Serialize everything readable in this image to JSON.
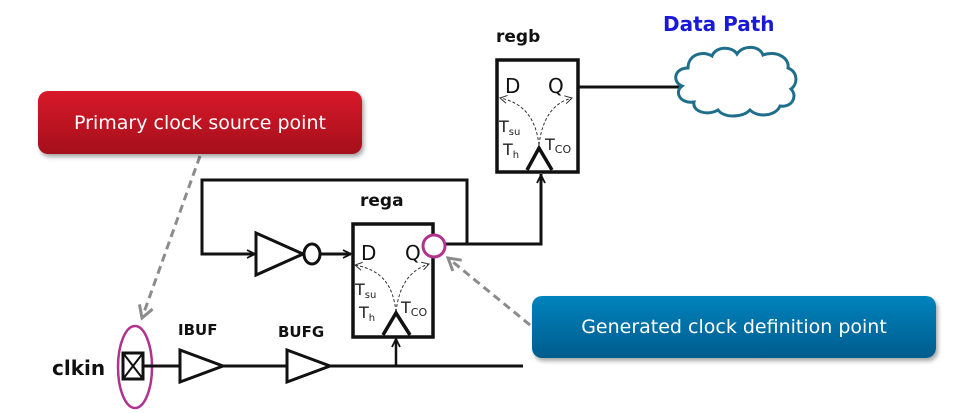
{
  "diagram": {
    "data_path_label": "Data Path",
    "callouts": {
      "primary": "Primary clock source point",
      "generated": "Generated clock definition point"
    },
    "registers": {
      "rega": {
        "name": "rega",
        "d_pin": "D",
        "q_pin": "Q",
        "tsu": "T",
        "tsu_sub": "su",
        "th": "T",
        "th_sub": "h",
        "tco": "T",
        "tco_sub": "CO"
      },
      "regb": {
        "name": "regb",
        "d_pin": "D",
        "q_pin": "Q",
        "tsu": "T",
        "tsu_sub": "su",
        "th": "T",
        "th_sub": "h",
        "tco": "T",
        "tco_sub": "CO"
      }
    },
    "buffers": {
      "ibuf": "IBUF",
      "bufg": "BUFG"
    },
    "input_port": "clkin",
    "colors": {
      "primary_callout": "#c4141f",
      "generated_callout": "#0072a8",
      "highlight": "#b0338e",
      "cloud": "#1f6e8c",
      "data_path_text": "#1a1ad6",
      "leader_line": "#8c8c8c"
    }
  }
}
